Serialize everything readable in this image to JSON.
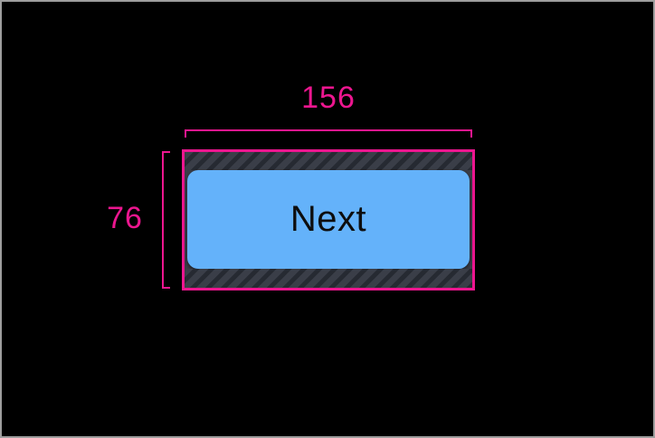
{
  "canvas": {
    "description": "layout-inspector overlay on dark app canvas"
  },
  "annotations": {
    "width_label": "156",
    "height_label": "76"
  },
  "button": {
    "label": "Next"
  },
  "colors": {
    "accent_pink": "#EC168F",
    "button_blue": "#64B2FA",
    "button_text": "#0D0D0D",
    "hatch_base": "#3A3E48",
    "hatch_stripe": "#262A32",
    "canvas_bg": "#000000",
    "frame_border": "#9E9E9E"
  }
}
